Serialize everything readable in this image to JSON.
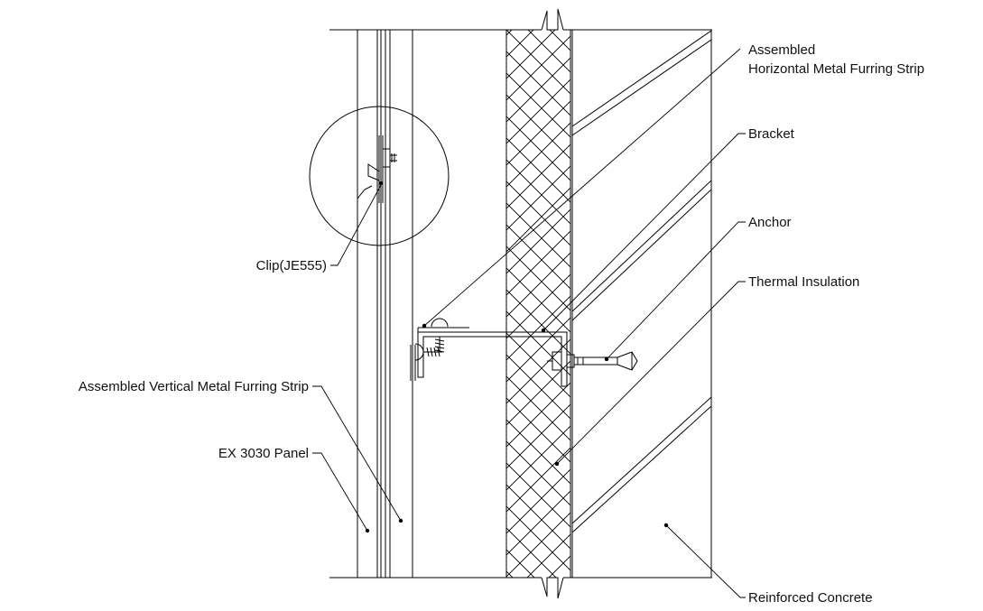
{
  "labels": {
    "horizontal_strip_line1": "Assembled",
    "horizontal_strip_line2": "Horizontal Metal Furring Strip",
    "bracket": "Bracket",
    "anchor": "Anchor",
    "thermal_insulation": "Thermal Insulation",
    "clip": "Clip(JE555)",
    "vertical_strip": "Assembled Vertical Metal Furring Strip",
    "panel": "EX 3030 Panel",
    "concrete": "Reinforced Concrete"
  },
  "colors": {
    "line": "#000000",
    "background": "#ffffff",
    "text": "#111111"
  }
}
